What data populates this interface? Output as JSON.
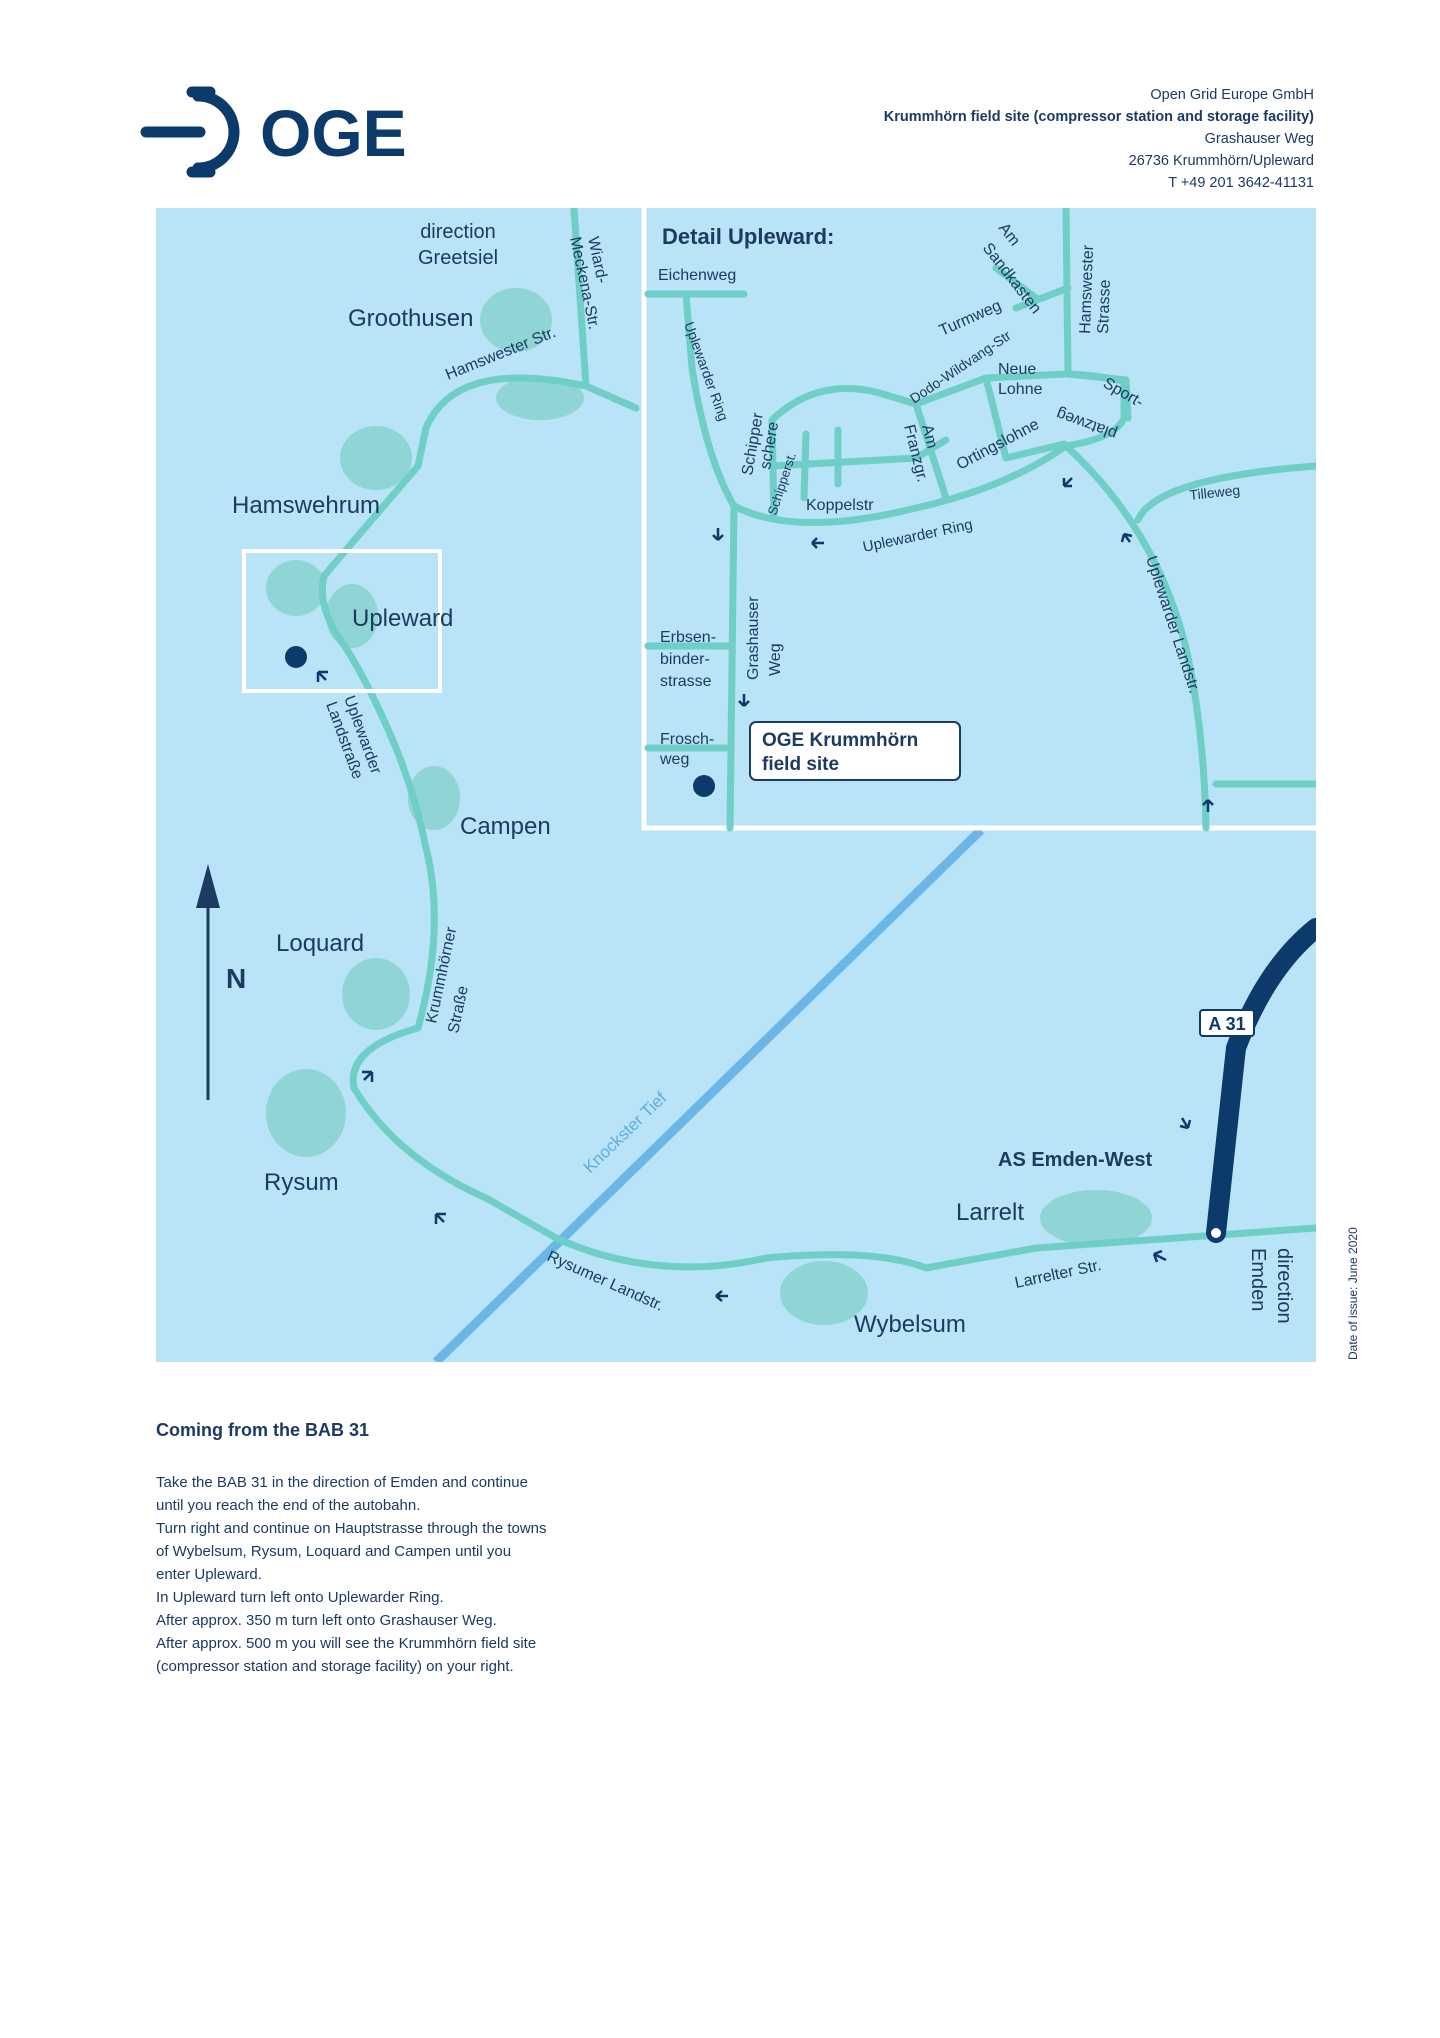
{
  "brand": {
    "name": "OGE",
    "color": "#0b3a6b"
  },
  "address": {
    "company": "Open Grid Europe GmbH",
    "site": "Krummhörn field site (compressor station and storage facility)",
    "street": "Grashauser Weg",
    "city": "26736 Krummhörn/Upleward",
    "phone": "T +49 201 3642-41131"
  },
  "map": {
    "colors": {
      "water": "#b9e3f6",
      "road": "#6fcfc6",
      "highway": "#0b3a6b",
      "canal": "#6ab6e6",
      "village": "#8fd5d5",
      "marker": "#0b3a6b"
    },
    "places": {
      "direction_greetsiel_1": "direction",
      "direction_greetsiel_2": "Greetsiel",
      "groothusen": "Groothusen",
      "hamswehrum": "Hamswehrum",
      "upleward": "Upleward",
      "campen": "Campen",
      "loquard": "Loquard",
      "rysum": "Rysum",
      "larrelt": "Larrelt",
      "wybelsum": "Wybelsum",
      "as_emden_west": "AS Emden-West",
      "direction_emden_1": "direction",
      "direction_emden_2": "Emden"
    },
    "roads": {
      "wiard_1": "Wiard-",
      "wiard_2": "Meckena-Str.",
      "hamswester_str": "Hamswester Str.",
      "upl_landstrasse_1": "Uplewarder",
      "upl_landstrasse_2": "Landstraße",
      "krummhoerner_1": "Krummhörner",
      "krummhoerner_2": "Straße",
      "knockster_tief": "Knockster Tief",
      "rysumer_landstr": "Rysumer Landstr.",
      "larrelter_str": "Larrelter Str.",
      "a31": "A 31"
    },
    "north_label": "N",
    "detail": {
      "title": "Detail Upleward:",
      "streets": {
        "eichenweg": "Eichenweg",
        "uplewarder_ring_v": "Uplewarder Ring",
        "schipper_1": "Schipper",
        "schipper_2": "schere",
        "schipperst": "Schipperst.",
        "koppelstr": "Koppelstr",
        "uplewarder_ring_h": "Uplewarder Ring",
        "am_franzgr_1": "Am",
        "am_franzgr_2": "Franzgr.",
        "ortingslohne": "Ortingslohne",
        "neue_lohne_1": "Neue",
        "neue_lohne_2": "Lohne",
        "sportplatzweg_1": "Sport-",
        "sportplatzweg_2": "platzweg",
        "dodo_wildvang": "Dodo-Wildvang-Str",
        "turmweg": "Turmweg",
        "am_sandkasten_1": "Am",
        "am_sandkasten_2": "Sandkasten",
        "hamswester_strasse_1": "Hamswester",
        "hamswester_strasse_2": "Strasse",
        "tilleweg": "Tilleweg",
        "uplewarder_landstr": "Uplewarder Landstr.",
        "erbsen_1": "Erbsen-",
        "erbsen_2": "binder-",
        "erbsen_3": "strasse",
        "grashauser_1": "Grashauser",
        "grashauser_2": "Weg",
        "frosch_1": "Frosch-",
        "frosch_2": "weg"
      },
      "site_label_1": "OGE Krummhörn",
      "site_label_2": "field site"
    }
  },
  "date_of_issue": "Date of issue: June 2020",
  "directions": {
    "heading": "Coming from the BAB 31",
    "lines": [
      "Take the BAB 31 in the direction of Emden and continue",
      "until you reach the end of the autobahn.",
      "Turn right and continue on Hauptstrasse through the towns",
      "of Wybelsum, Rysum, Loquard and Campen until you",
      "enter Upleward.",
      "In Upleward turn left onto Uplewarder Ring.",
      "After approx. 350 m turn left onto Grashauser Weg.",
      "After approx. 500 m you will see the Krummhörn field site",
      "(compressor station and storage facility) on your right."
    ]
  }
}
